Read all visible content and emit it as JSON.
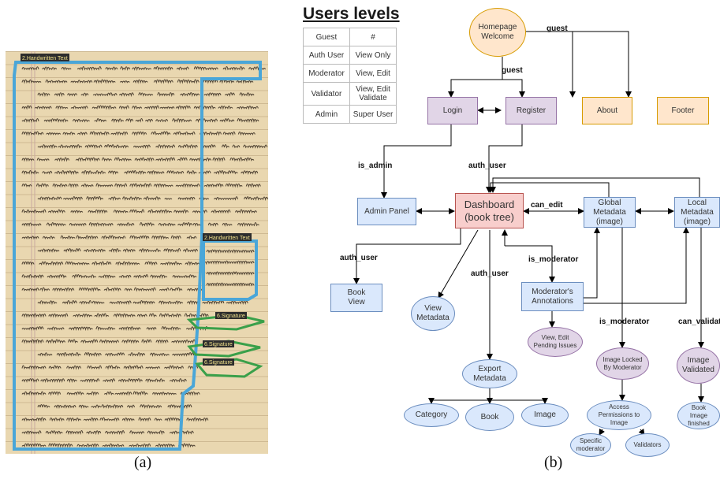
{
  "captions": {
    "a": "(a)",
    "b": "(b)"
  },
  "manuscript": {
    "region_labels": [
      "2.Handwritten Text",
      "2.Handwritten Text",
      "6.Signature",
      "6.Signature",
      "6.Signature"
    ],
    "colors": {
      "paper": "#e9d7b0",
      "text_region": "#4aa6d8",
      "signature_region": "#3aa04a",
      "ink": "#3b2f22"
    }
  },
  "levels": {
    "title": "Users levels",
    "header": [
      "Guest",
      "#"
    ],
    "rows": [
      [
        "Auth User",
        "View Only"
      ],
      [
        "Moderator",
        "View, Edit"
      ],
      [
        "Validator",
        "View, Edit Validate"
      ],
      [
        "Admin",
        "Super User"
      ]
    ]
  },
  "nodes": {
    "homepage": "Homepage Welcome",
    "login": "Login",
    "register": "Register",
    "about": "About",
    "footer": "Footer",
    "admin_panel": "Admin Panel",
    "dashboard": "Dashboard (book tree)",
    "global_metadata": "Global Metadata (image)",
    "local_metadata": "Local Metadata (image)",
    "book_view": "Book View",
    "view_metadata": "View Metadata",
    "moderators_annotations": "Moderator's Annotations",
    "view_edit_pending": "View, Edit Pending Issues",
    "image_locked": "Image Locked By Moderator",
    "image_validated": "Image Validated",
    "book_image_finished": "Book Image finished",
    "access_permissions": "Access Permissions to Image",
    "specific_moderator": "Specific moderator",
    "validators": "Validators",
    "export_metadata": "Export Metadata",
    "category": "Category",
    "book": "Book",
    "image": "Image"
  },
  "edge_labels": {
    "guest_top": "guest",
    "guest_mid": "guest",
    "is_admin": "is_admin",
    "auth_user_mid": "auth_user",
    "can_edit": "can_edit",
    "auth_user_left": "auth_user",
    "auth_user_center": "auth_user",
    "is_moderator_center": "is_moderator",
    "is_moderator_right": "is_moderator",
    "can_validate": "can_validat"
  },
  "colors": {
    "purple_fill": "#e1d5e7",
    "orange_fill": "#ffe6cc",
    "blue_fill": "#dae8fc",
    "red_fill": "#f8cecc",
    "edge": "#000000"
  }
}
